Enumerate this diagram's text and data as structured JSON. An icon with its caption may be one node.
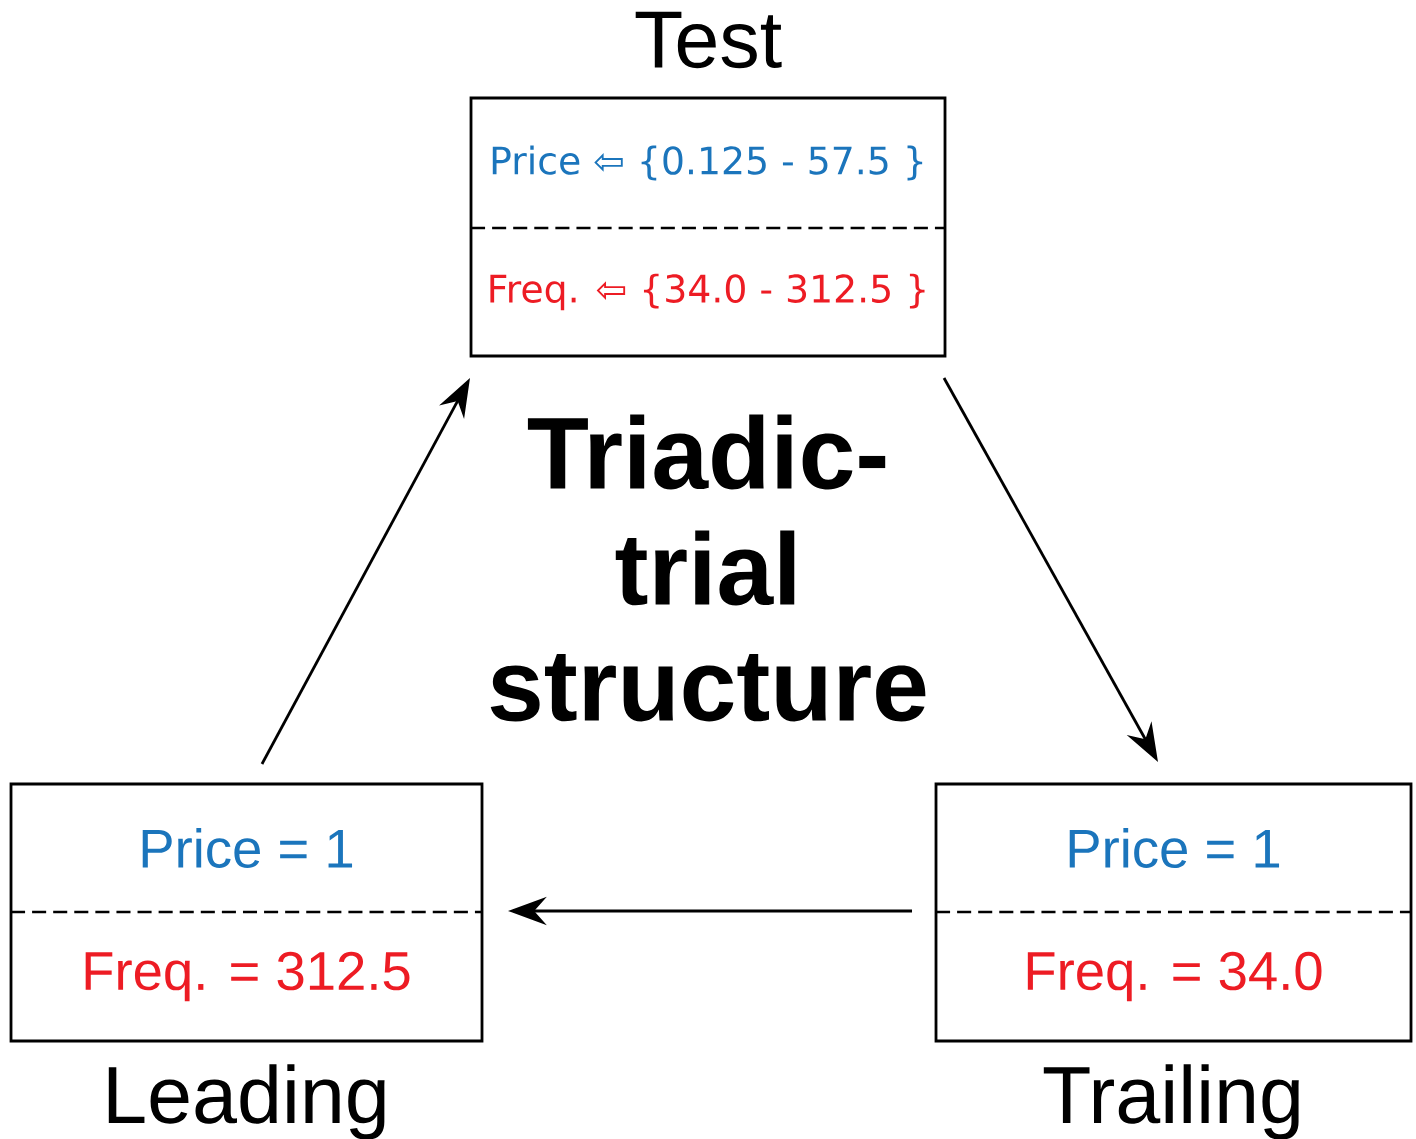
{
  "diagram": {
    "title": "Triadic-trial structure",
    "nodes": [
      {
        "text": [
          "Test",
          "Price ⇦ {0.125 - 57.5 }",
          "Freq. ⇦ {34.0 - 312.5 }"
        ]
      },
      {
        "text": [
          "Price = 1",
          "Freq. = 312.5",
          "Leading"
        ]
      },
      {
        "text": [
          "Price = 1",
          "Freq. = 34.0",
          "Trailing"
        ]
      }
    ],
    "edges": [
      {
        "from": 1,
        "to": 0,
        "arrow": "to"
      },
      {
        "from": 0,
        "to": 2,
        "arrow": "to"
      },
      {
        "from": 2,
        "to": 1,
        "arrow": "to"
      }
    ]
  }
}
